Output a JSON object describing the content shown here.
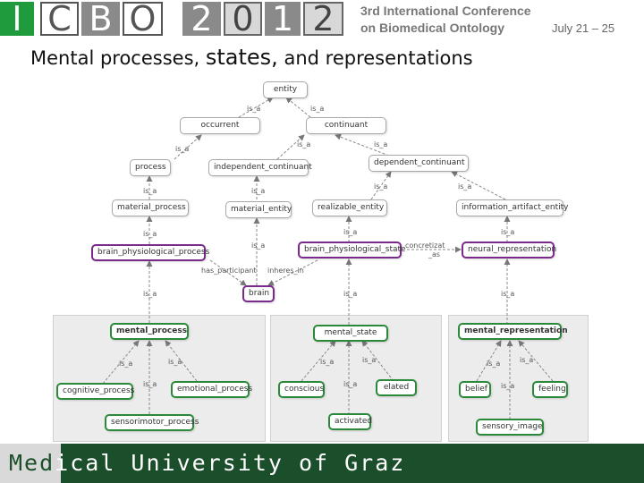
{
  "header": {
    "logo_letters": [
      "I",
      "C",
      "B",
      "O",
      "2",
      "0",
      "1",
      "2"
    ],
    "conference_line1": "3rd International Conference",
    "conference_line2": "on Biomedical Ontology",
    "dates": "July 21 – 25"
  },
  "slide": {
    "title_part1": "Mental processes, ",
    "title_part2": "states,",
    "title_part3": " and representations"
  },
  "diagram": {
    "nodes": {
      "entity": "entity",
      "occurrent": "occurrent",
      "continuant": "continuant",
      "process": "process",
      "independent_continuant": "independent_continuant",
      "dependent_continuant": "dependent_continuant",
      "material_process": "material_process",
      "material_entity": "material_entity",
      "realizable_entity": "realizable_entity",
      "information_artifact_entity": "information_artifact_entity",
      "brain_physiological_process": "brain_physiological_process",
      "brain_physiological_state": "brain_physiological_state",
      "neural_representation": "neural_representation",
      "brain": "brain",
      "mental_process": "mental_process",
      "mental_state": "mental_state",
      "mental_representation": "mental_representation",
      "cognitive_process": "cognitive_process",
      "emotional_process": "emotional_process",
      "sensorimotor_process": "sensorimotor_process",
      "conscious": "conscious",
      "elated": "elated",
      "activated": "activated",
      "belief": "belief",
      "feeling": "feeling",
      "sensory_image": "sensory_image"
    },
    "edge_labels": {
      "is_a": "is_a",
      "has_participant": "has_participant",
      "inheres_in": "inheres_in",
      "concretization": "concretizat",
      "concretization2": "_as"
    }
  },
  "footer": {
    "text_dark": "Med",
    "text_light": "ical University of Graz"
  },
  "colors": {
    "logo_green": "#1f9a3c",
    "footer_green": "#1b4e2a",
    "highlight_purple": "#7a2a8a",
    "highlight_green": "#2a8a3a"
  }
}
